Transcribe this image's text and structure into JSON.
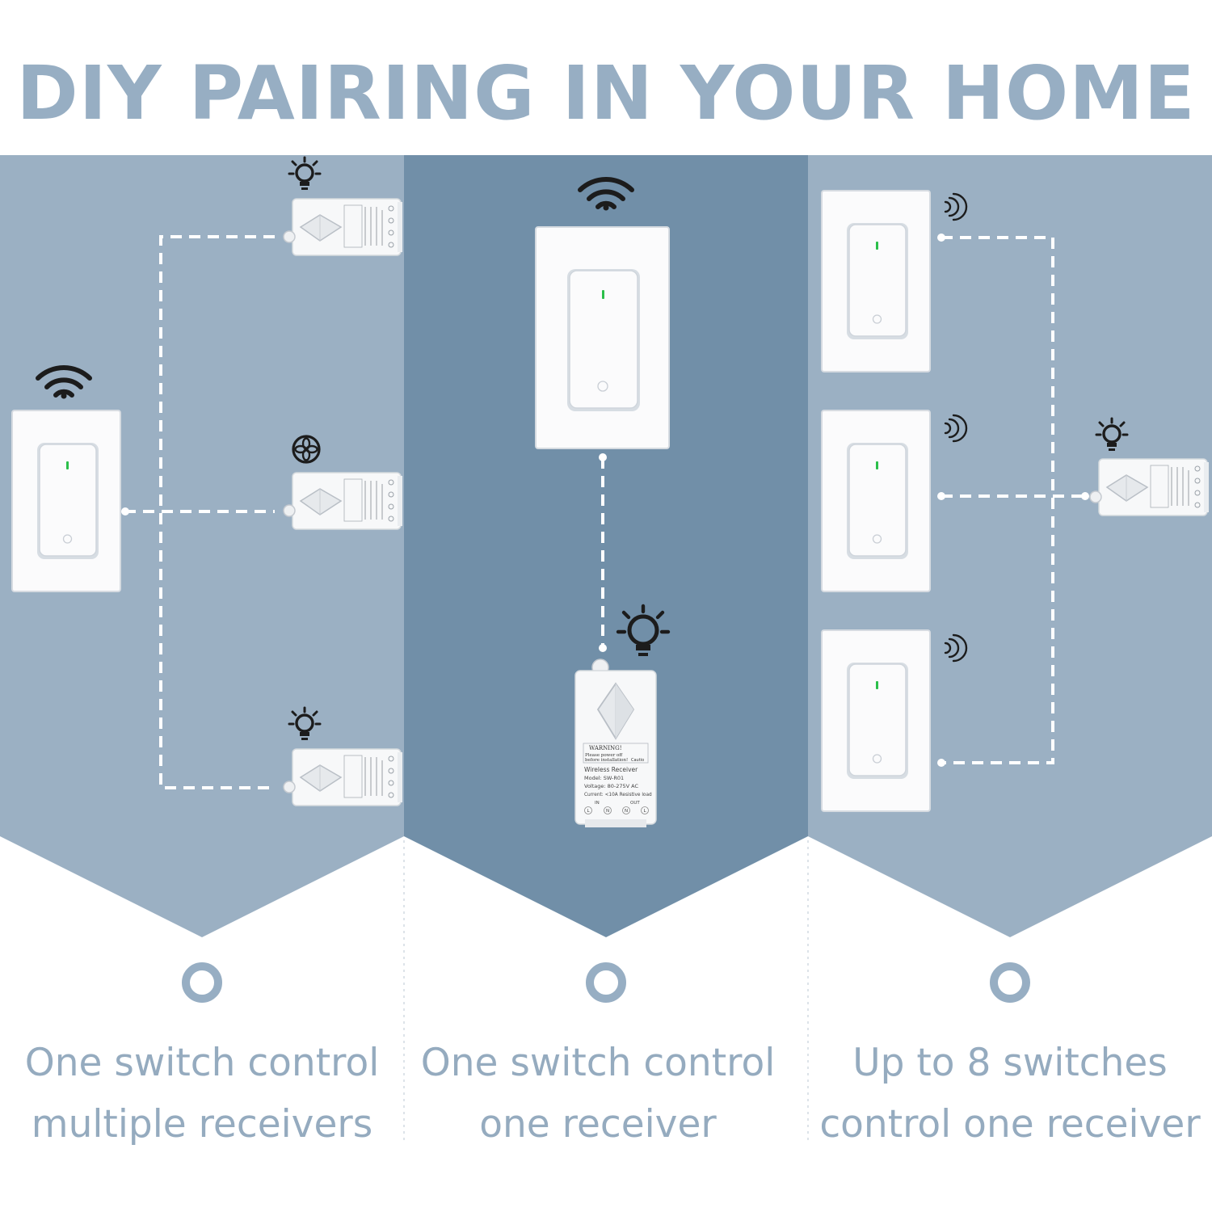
{
  "title": "DIY PAIRING IN YOUR HOME",
  "colors": {
    "title": "#97aec3",
    "panel_light": "#9bb0c3",
    "panel_dark": "#718fa8",
    "caption": "#95abbf",
    "ring": "#97aec3",
    "dashed_line": "#ffffff",
    "icon": "#1c1c1c",
    "led": "#2bbf4a"
  },
  "panels": [
    {
      "caption": [
        "One switch control",
        "multiple receivers"
      ],
      "receiver_loads": [
        "bulb-icon",
        "fan-icon",
        "bulb-icon"
      ]
    },
    {
      "caption": [
        "One switch control",
        "one receiver"
      ],
      "receiver_loads": [
        "bulb-icon"
      ]
    },
    {
      "caption": [
        "Up to 8 switches",
        "control one receiver"
      ],
      "receiver_loads": [
        "bulb-icon"
      ]
    }
  ],
  "receiver_label": {
    "warning": "WARNING!",
    "warning_line2": "Please power off",
    "warning_line3": "before installation!",
    "caution": "Cautio",
    "name": "Wireless Receiver",
    "model": "Model: SW-R01",
    "voltage": "Voltage: 80-275V AC",
    "current": "Current: <10A Resistive load",
    "in": "IN",
    "out": "OUT",
    "terminals": [
      "L",
      "N",
      "N",
      "L"
    ]
  }
}
